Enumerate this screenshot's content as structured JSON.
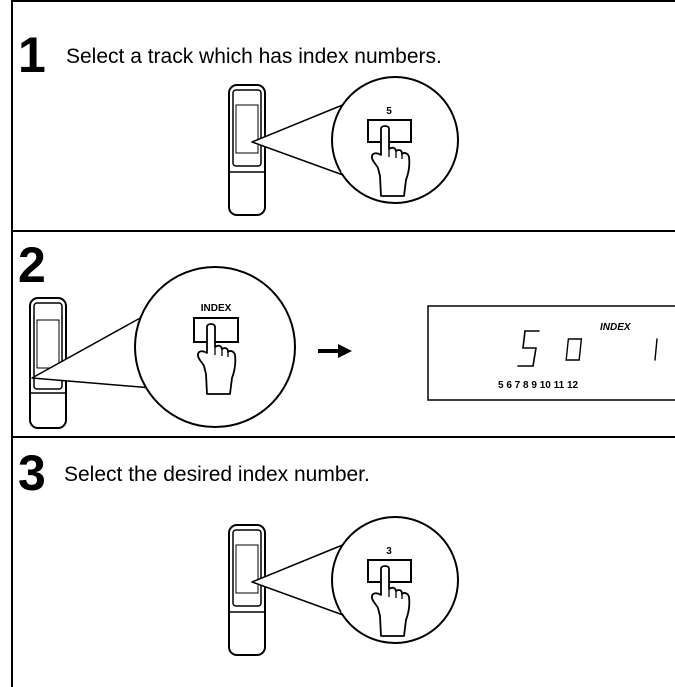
{
  "steps": [
    {
      "number": "1",
      "text": "Select a track which has index numbers.",
      "button_label": "5"
    },
    {
      "number": "2",
      "text": "",
      "button_label": "INDEX"
    },
    {
      "number": "3",
      "text": "Select the desired index number.",
      "button_label": "3"
    }
  ],
  "display": {
    "track_digit": "5",
    "index_label": "INDEX",
    "index_digits": "01",
    "track_list": "5 6 7 8 9 10 11 12"
  }
}
